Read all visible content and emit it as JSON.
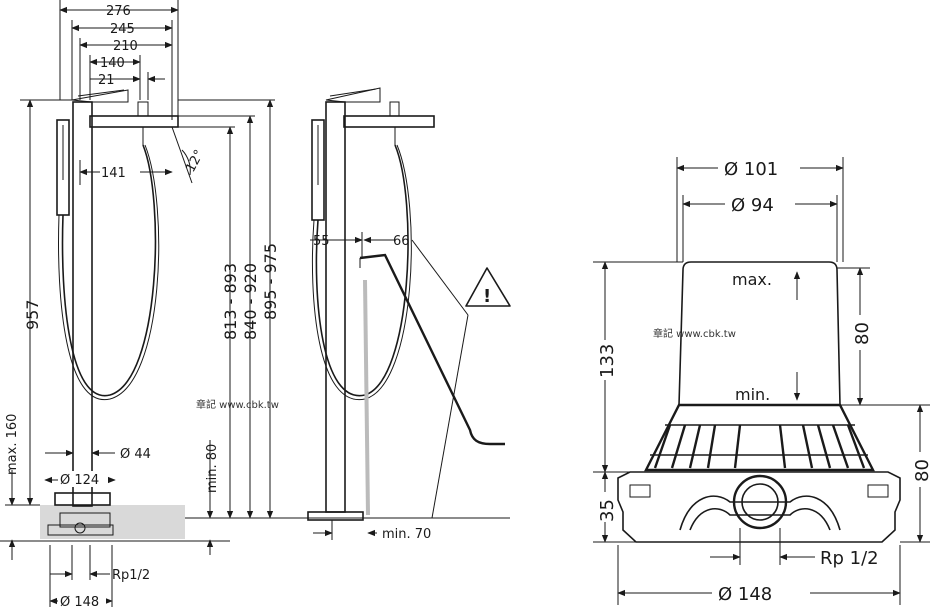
{
  "left_view": {
    "top_dims": [
      "276",
      "245",
      "210",
      "140",
      "21"
    ],
    "angle": "12°",
    "offset_141": "141",
    "height_957": "957",
    "height_813": "813 - 893",
    "height_840": "840 - 920",
    "height_895": "895 - 975",
    "max160": "max. 160",
    "min80": "min. 80",
    "dia44": "Ø 44",
    "dia124": "Ø 124",
    "rp": "Rp1/2",
    "dia148": "Ø 148"
  },
  "middle_view": {
    "dim55": "55",
    "dim66": "66",
    "min70": "min. 70",
    "warning_glyph": "!"
  },
  "right_view": {
    "dia101": "Ø 101",
    "dia94": "Ø 94",
    "max": "max.",
    "min": "min.",
    "h80_top": "80",
    "h133": "133",
    "h80_right": "80",
    "h35": "35",
    "rp": "Rp 1/2",
    "dia148": "Ø 148"
  },
  "watermark": "章記 www.cbk.tw"
}
